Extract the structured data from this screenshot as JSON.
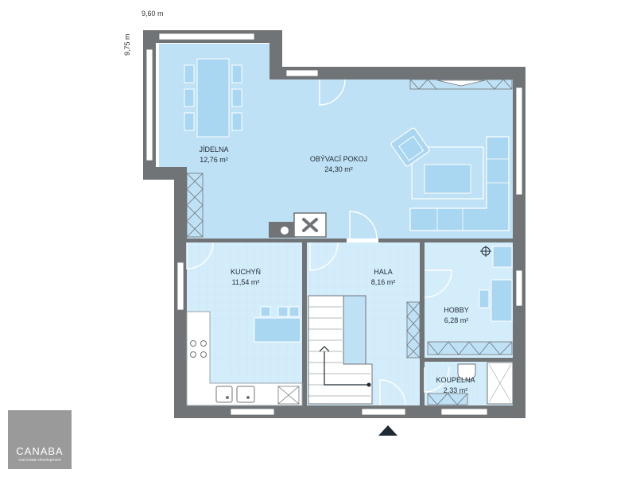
{
  "dimensions": {
    "width": "9,60 m",
    "depth": "9,75 m"
  },
  "rooms": [
    {
      "name": "JÍDELNA",
      "area": "12,76 m²"
    },
    {
      "name": "OBÝVACÍ POKOJ",
      "area": "24,30 m²"
    },
    {
      "name": "KUCHYŇ",
      "area": "11,54 m²"
    },
    {
      "name": "HALA",
      "area": "8,16 m²"
    },
    {
      "name": "HOBBY",
      "area": "6,28 m²"
    },
    {
      "name": "KOUPELNA",
      "area": "2,33 m²"
    }
  ],
  "logo": {
    "name": "CANABA",
    "tagline": "real estate development"
  },
  "colors": {
    "wall": "#707477",
    "floor_living": "#bfe1f5",
    "floor_tiled": "#d4edfb",
    "furniture": "#a9d6f1"
  },
  "icons": {
    "entrance": "entrance-arrow-icon"
  }
}
